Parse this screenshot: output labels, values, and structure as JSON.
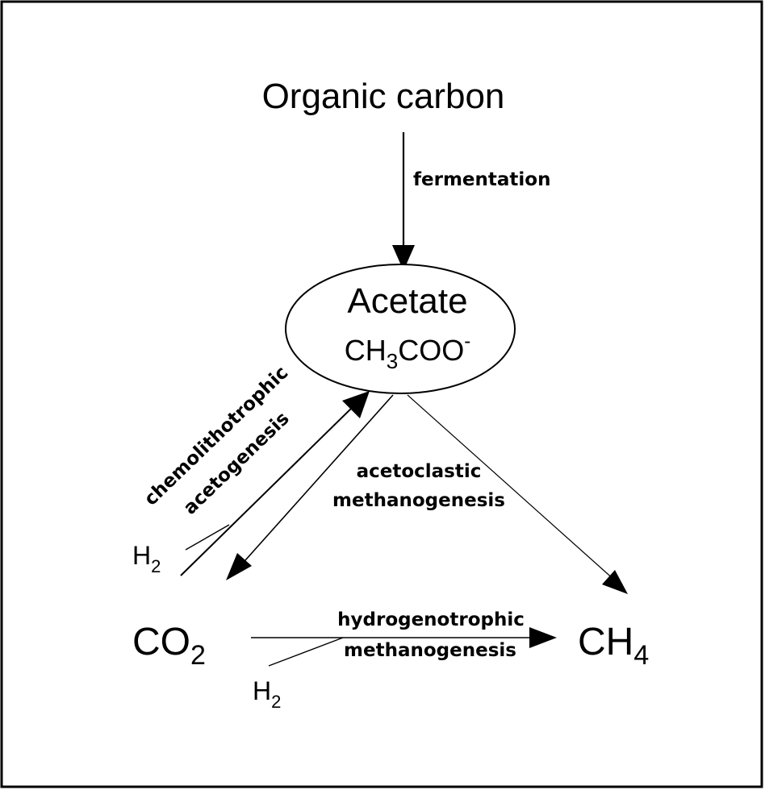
{
  "nodes": {
    "organic_carbon": "Organic carbon",
    "acetate_name": "Acetate",
    "acetate_formula": {
      "base": "CH",
      "sub": "3",
      "mid": "COO",
      "sup": "-"
    },
    "co2": {
      "base": "CO",
      "sub": "2"
    },
    "ch4": {
      "base": "CH",
      "sub": "4"
    },
    "h2_left": {
      "base": "H",
      "sub": "2"
    },
    "h2_bottom": {
      "base": "H",
      "sub": "2"
    }
  },
  "processes": {
    "fermentation": "fermentation",
    "chemolithotrophic_line1": "chemolithotrophic",
    "chemolithotrophic_line2": "acetogenesis",
    "acetoclastic_line1": "acetoclastic",
    "acetoclastic_line2": "methanogenesis",
    "hydrogenotrophic_line1": "hydrogenotrophic",
    "hydrogenotrophic_line2": "methanogenesis"
  }
}
